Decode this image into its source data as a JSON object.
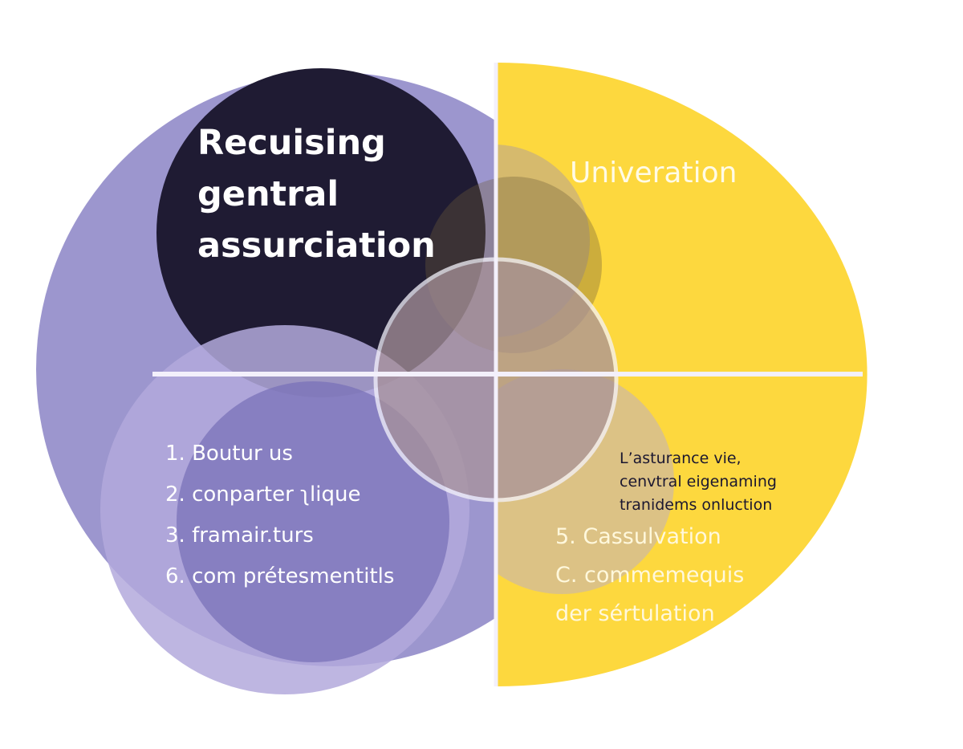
{
  "diagram": {
    "colors": {
      "dark_circle": "#1f1b33",
      "purple": "#8b84c6",
      "light_purple": "#b3a9dc",
      "yellow": "#fdd83e",
      "divider": "#f3f0fb"
    },
    "dark_title": [
      "Recuising",
      "gentral",
      "assurciation"
    ],
    "yellow_title": "Univeration",
    "left_list": [
      "1. Boutur us",
      "2. conparter ʅlique",
      "3. framair.turs",
      "6. com prétesmentitls"
    ],
    "right_note": [
      "L’asturance vie,",
      "cenvtral eigenaming",
      "tranidems onluction"
    ],
    "right_list": [
      "5. Cassulvation",
      "C. commemequis",
      "der sértulation"
    ]
  }
}
